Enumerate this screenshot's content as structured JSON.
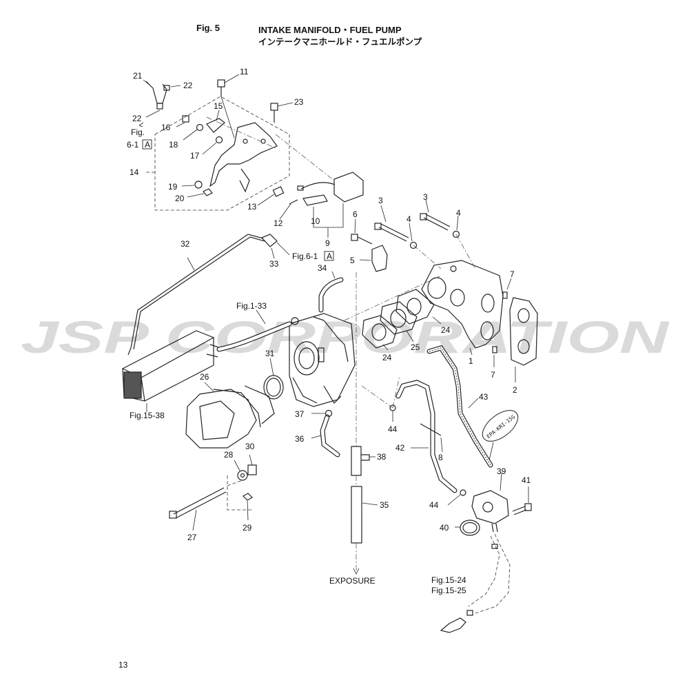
{
  "header": {
    "fig_label": "Fig. 5",
    "title_en": "INTAKE MANIFOLD・FUEL PUMP",
    "title_jp": "インテークマニホールド・フュエルポンプ"
  },
  "watermark": {
    "text": "JSP CORPORATION"
  },
  "references": {
    "fig6_1_upper": "Fig.",
    "fig6_1_upper_b": "6-1",
    "fig6_1_box": "A",
    "fig6_1_mid": "Fig.6-1",
    "fig6_1_mid_box": "A",
    "fig1_33": "Fig.1-33",
    "fig15_38": "Fig.15-38",
    "fig15_24": "Fig.15-24",
    "fig15_25": "Fig.15-25",
    "exposure": "EXPOSURE",
    "epa_label": "EPA-KRI-15G"
  },
  "callouts": {
    "c1": "1",
    "c2": "2",
    "c3a": "3",
    "c3b": "3",
    "c4a": "4",
    "c4b": "4",
    "c5": "5",
    "c6": "6",
    "c7a": "7",
    "c7b": "7",
    "c8": "8",
    "c9": "9",
    "c10": "10",
    "c11": "11",
    "c12": "12",
    "c13": "13",
    "c14": "14",
    "c15": "15",
    "c16": "16",
    "c17": "17",
    "c18": "18",
    "c19": "19",
    "c20": "20",
    "c21": "21",
    "c22a": "22",
    "c22b": "22",
    "c23": "23",
    "c24a": "24",
    "c24b": "24",
    "c25": "25",
    "c26": "26",
    "c27": "27",
    "c28": "28",
    "c29": "29",
    "c30": "30",
    "c31": "31",
    "c32": "32",
    "c33": "33",
    "c34": "34",
    "c35": "35",
    "c36": "36",
    "c37": "37",
    "c38": "38",
    "c39": "39",
    "c40": "40",
    "c41": "41",
    "c42": "42",
    "c43": "43",
    "c44a": "44",
    "c44b": "44"
  },
  "footer": {
    "page_number": "13"
  }
}
